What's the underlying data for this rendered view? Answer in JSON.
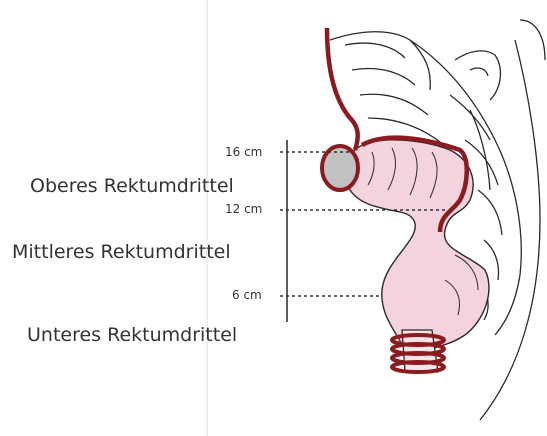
{
  "regions": {
    "upper": "Oberes Rektumdrittel",
    "middle": "Mittleres Rektumdrittel",
    "lower": "Unteres Rektumdrittel"
  },
  "depth_ticks": [
    "16 cm",
    "12 cm",
    "6 cm"
  ],
  "colors": {
    "artery": "#8b1b1e",
    "rectum_fill": "#f3d3dc",
    "outline": "#2a2a2a",
    "text": "#333333",
    "guide_line": "#dcdcdc"
  }
}
